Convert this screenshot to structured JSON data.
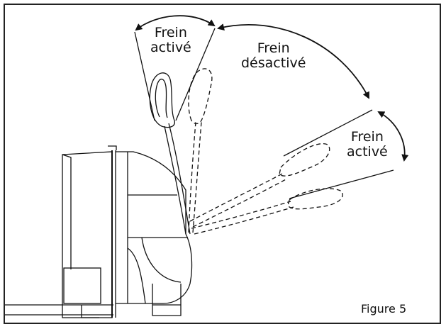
{
  "labels": {
    "brake_on_top_line1": "Frein",
    "brake_on_top_line2": "activé",
    "brake_off_line1": "Frein",
    "brake_off_line2": "désactivé",
    "brake_on_right_line1": "Frein",
    "brake_on_right_line2": "activé",
    "figure_caption": "Figure 5"
  }
}
